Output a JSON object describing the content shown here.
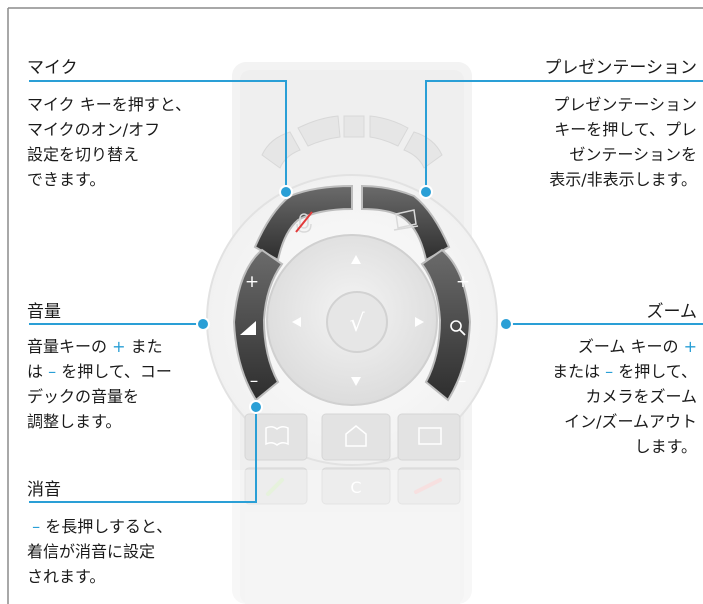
{
  "sections": {
    "mic": {
      "title": "マイク",
      "lines": [
        "マイク キーを押すと、",
        "マイクのオン/オフ",
        "設定を切り替え",
        "できます。"
      ]
    },
    "presentation": {
      "title": "プレゼンテーション",
      "lines": [
        "プレゼンテーション",
        "キーを押して、プレ",
        "ゼンテーションを",
        "表示/非表示します。"
      ]
    },
    "volume": {
      "title": "音量",
      "line1_pre": "音量キーの",
      "plus": "+",
      "line1_post": "また",
      "line2_pre": "は",
      "minus": "–",
      "line2_post": "を押して、コー",
      "lines_rest": [
        "デックの音量を",
        "調整します。"
      ]
    },
    "mute": {
      "title": "消音",
      "minus": "–",
      "line1_post": "を長押しすると、",
      "lines_rest": [
        "着信が消音に設定",
        "されます。"
      ]
    },
    "zoom": {
      "title": "ズーム",
      "line1_pre": "ズーム キーの",
      "plus": "+",
      "line2_pre": "または",
      "minus": "–",
      "line2_post": "を押して、",
      "lines_rest": [
        "カメラをズーム",
        "イン/ズームアウト",
        "します。"
      ]
    }
  },
  "remote": {
    "plus": "+",
    "minus": "–",
    "c_key": "C",
    "ok_symbol": "√"
  },
  "colors": {
    "accent": "#2a9fd6",
    "key_dark": "#4a4a4a",
    "remote_body": "#ececec"
  }
}
